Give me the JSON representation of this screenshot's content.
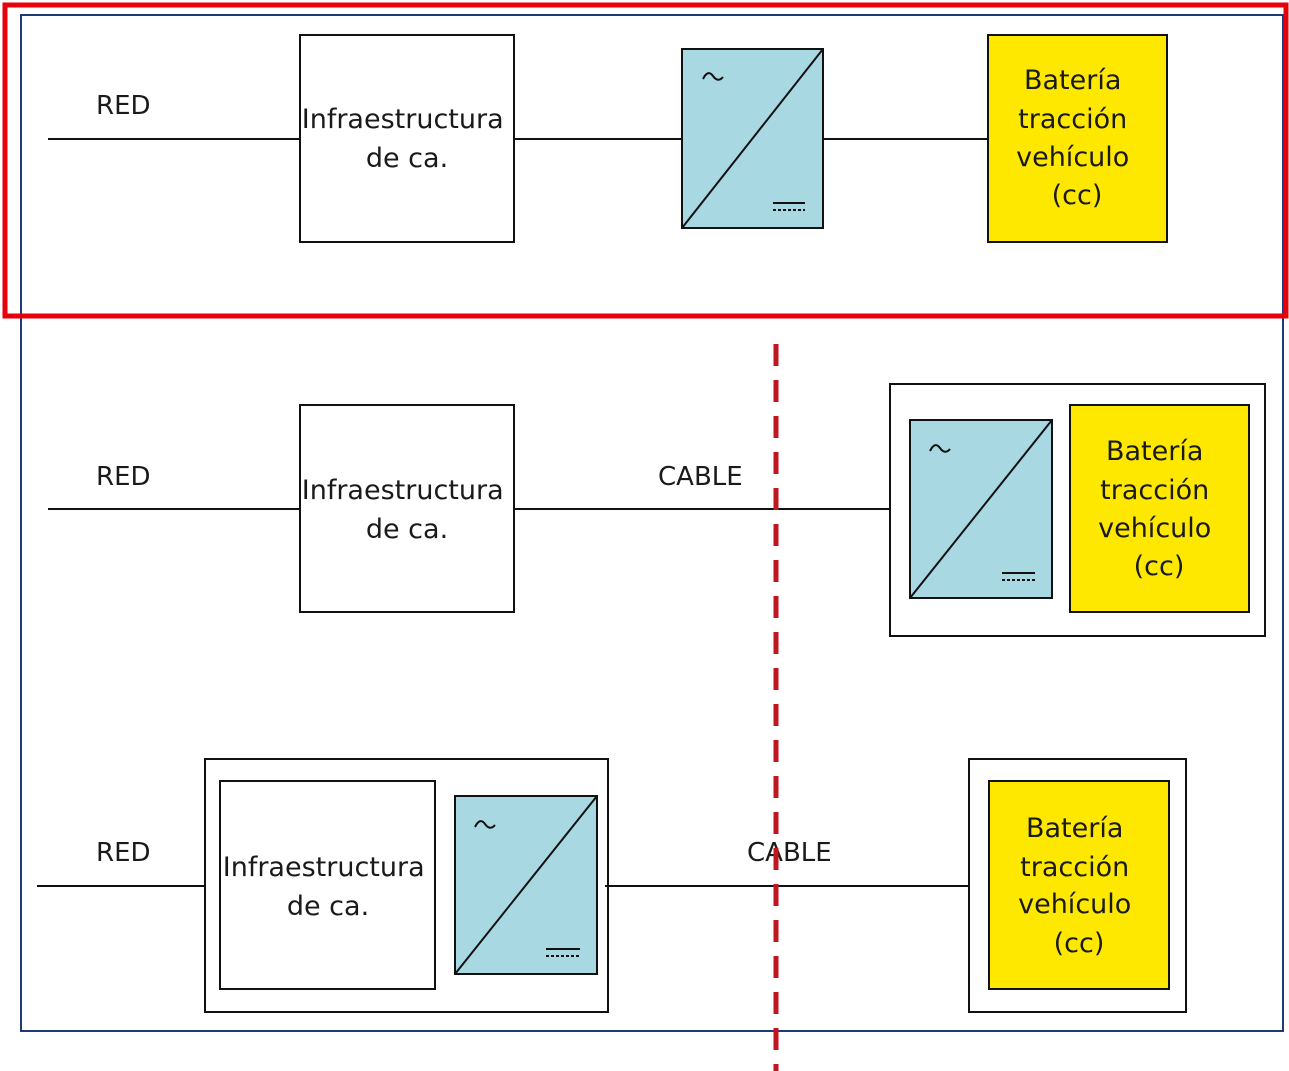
{
  "colors": {
    "outer_frame": "#1f3a7a",
    "highlight": "#e8000b",
    "divider": "#c0161f",
    "converter_fill": "#a8d8e2",
    "battery_fill": "#ffe800",
    "line": "#111111"
  },
  "icons": {
    "converter": "ac-dc-converter-icon",
    "ac_symbol": "tilde-ac-icon",
    "dc_symbol": "dc-lines-icon"
  },
  "rows": [
    {
      "red_label": "RED",
      "infra_lines": [
        "Infraestructura",
        "de ca."
      ],
      "battery_lines": [
        "Batería",
        "tracción",
        "vehículo",
        "(cc)"
      ]
    },
    {
      "red_label": "RED",
      "cable_label": "CABLE",
      "infra_lines": [
        "Infraestructura",
        "de ca."
      ],
      "battery_lines": [
        "Batería",
        "tracción",
        "vehículo",
        "(cc)"
      ]
    },
    {
      "red_label": "RED",
      "cable_label": "CABLE",
      "infra_lines": [
        "Infraestructura",
        "de ca."
      ],
      "battery_lines": [
        "Batería",
        "tracción",
        "vehículo",
        "(cc)"
      ]
    }
  ]
}
